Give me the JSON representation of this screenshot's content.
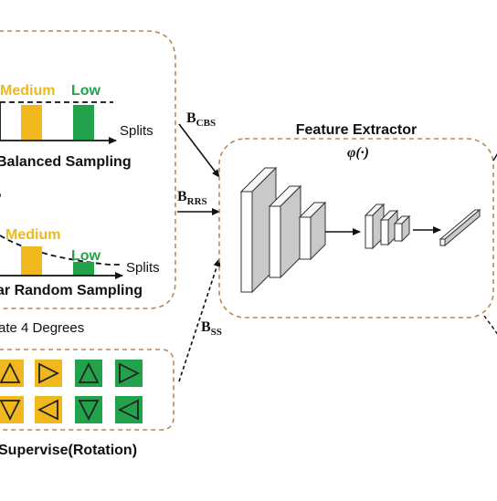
{
  "top_panel": {
    "medium_label": "Medium",
    "low_label": "Low",
    "splits_label": "Splits",
    "title": "Balanced Sampling"
  },
  "bottom_panel": {
    "medium_label": "Medium",
    "low_label": "Low",
    "splits_label": "Splits",
    "title": "ar Random Sampling"
  },
  "rotate_caption": "ate 4 Degrees",
  "rotation_caption": "Supervise(Rotation)",
  "arrows": {
    "cbs": {
      "main": "B",
      "sub": "CBS"
    },
    "rrs": {
      "main": "B",
      "sub": "RRS"
    },
    "ss": {
      "main": "B",
      "sub": "SS"
    }
  },
  "feature_extractor": {
    "title": "Feature Extractor",
    "function": "φ(·)"
  },
  "rotation_tiles": [
    {
      "color": "#F0B81C",
      "dir": "up"
    },
    {
      "color": "#F0B81C",
      "dir": "right"
    },
    {
      "color": "#22A24A",
      "dir": "up"
    },
    {
      "color": "#22A24A",
      "dir": "right"
    },
    {
      "color": "#F0B81C",
      "dir": "down"
    },
    {
      "color": "#F0B81C",
      "dir": "left"
    },
    {
      "color": "#22A24A",
      "dir": "down"
    },
    {
      "color": "#22A24A",
      "dir": "left"
    }
  ],
  "colors": {
    "medium": "#F0B81C",
    "low": "#22A24A",
    "dashed_border": "#B58A55"
  }
}
